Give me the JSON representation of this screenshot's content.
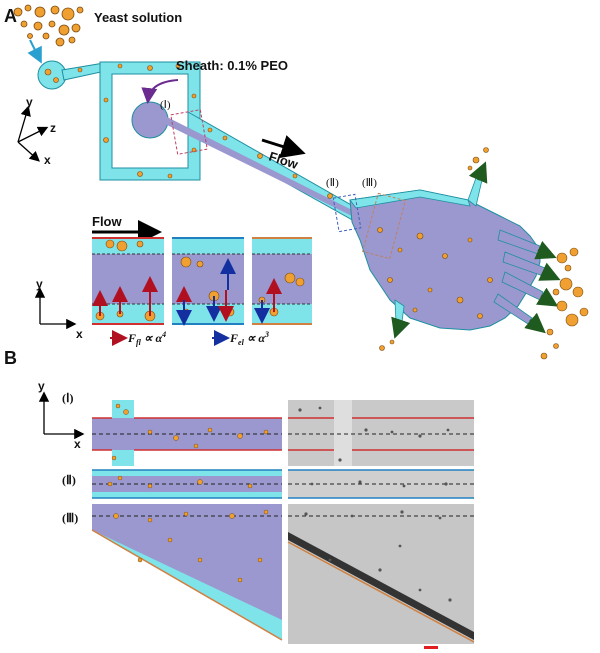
{
  "panels": {
    "a": {
      "letter": "A"
    },
    "b": {
      "letter": "B"
    }
  },
  "labels": {
    "yeast_solution": "Yeast solution",
    "sheath": "Sheath: 0.1% PEO",
    "flow_main": "Flow",
    "flow_inset": "Flow",
    "region_1": "(Ⅰ)",
    "region_2": "(Ⅱ)",
    "region_3": "(Ⅲ)",
    "force_fl": "F",
    "force_fl_sub": "fl",
    "force_fl_prop": "∝ α",
    "force_fl_exp": "4",
    "force_el": "F",
    "force_el_sub": "el",
    "force_el_prop": "∝ α",
    "force_el_exp": "3"
  },
  "axes": {
    "x": "x",
    "y": "y",
    "z": "z"
  },
  "colors": {
    "sheath_fluid": "#7fe4ea",
    "channel_outline": "#1e8fa0",
    "sample_fluid": "#9a98cf",
    "particle": "#f0a030",
    "particle_edge": "#7a4a10",
    "elastic_force": "#1430a0",
    "inertial_force": "#b01020",
    "outlet_arrow": "#1f5a1f",
    "wall_red": "#d03030",
    "wall_blue": "#2080c0",
    "scale_bar": "#e02020"
  }
}
